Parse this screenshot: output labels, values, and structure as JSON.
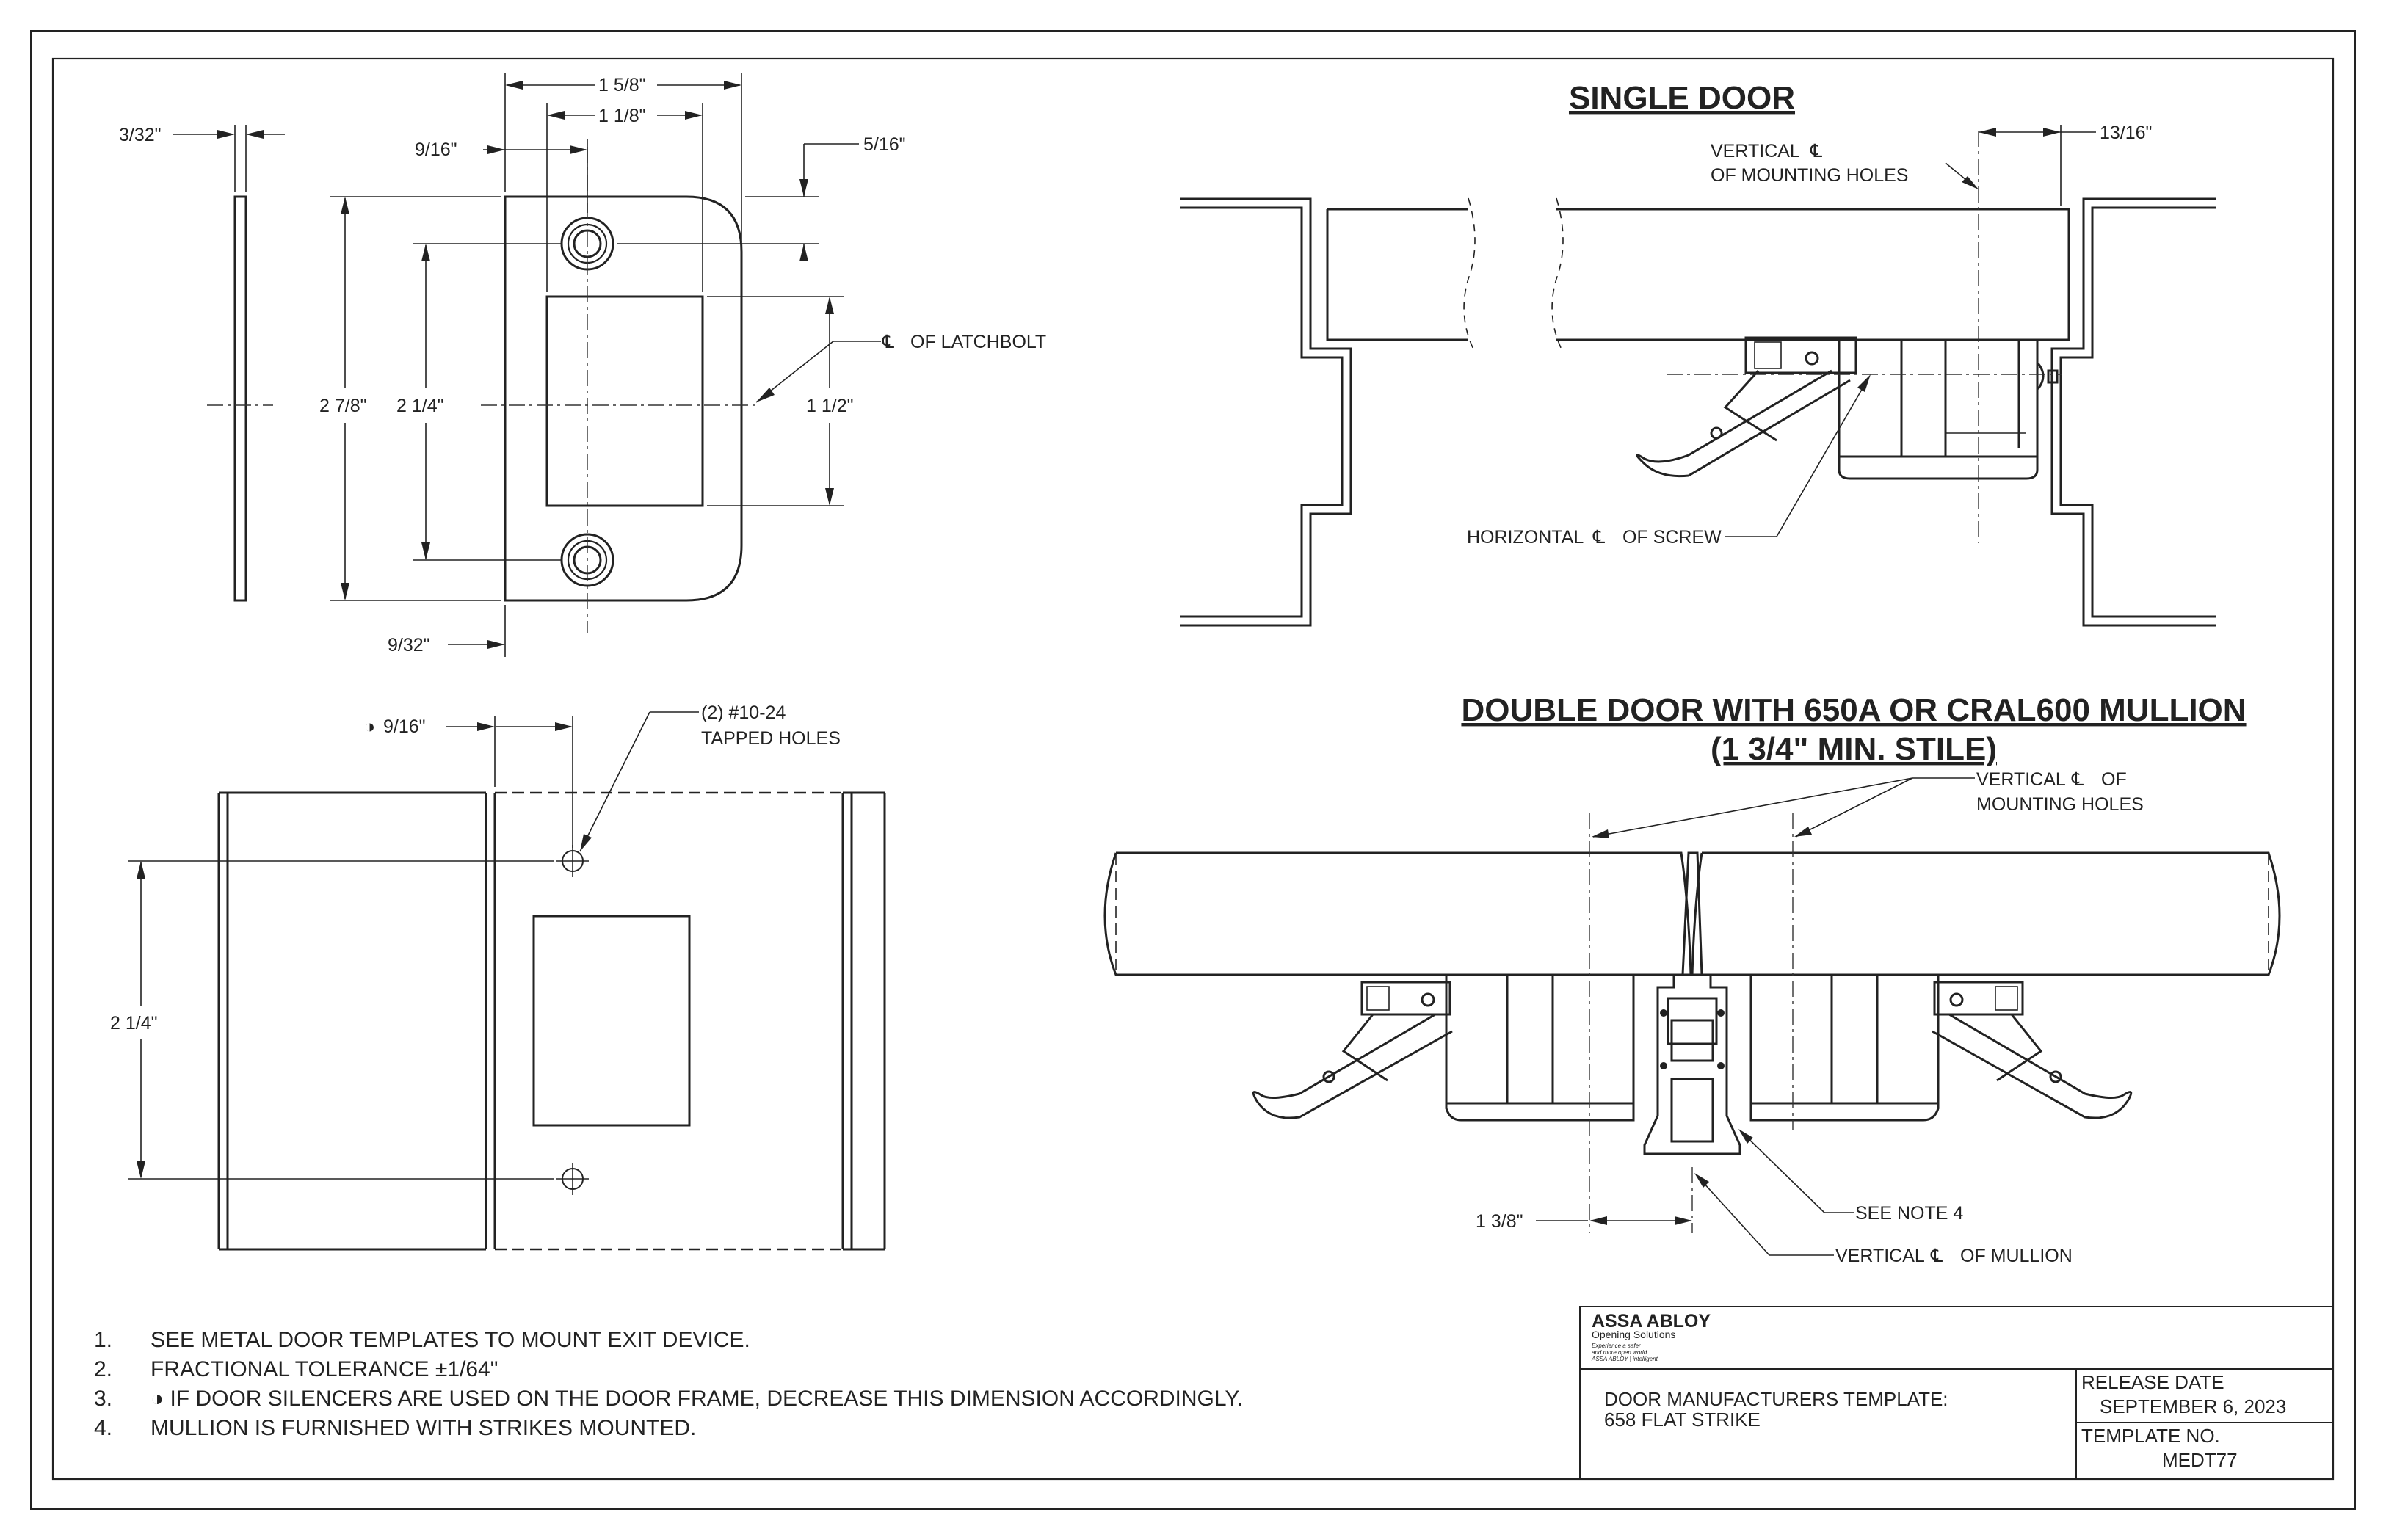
{
  "sheet": {
    "strike_dims": {
      "thickness": "3/32\"",
      "overall_width": "1 5/8\"",
      "inner_width": "1 1/8\"",
      "hole_offset": "9/16\"",
      "top_offset": "5/16\"",
      "latchbolt_label": "OF LATCHBOLT",
      "overall_height": "2 7/8\"",
      "hole_spacing": "2 1/4\"",
      "opening_height": "1 1/2\"",
      "bottom_offset": "9/32\""
    },
    "frame_dims": {
      "hole_offset": "9/16\"",
      "tapped_holes_line1": "(2) #10-24",
      "tapped_holes_line2": "TAPPED HOLES",
      "hole_spacing": "2 1/4\""
    },
    "single_door": {
      "title": "SINGLE DOOR",
      "vertical_cl_line1": "VERTICAL",
      "vertical_cl_line2": "OF MOUNTING HOLES",
      "offset": "13/16\"",
      "horizontal_cl_a": "HORIZONTAL",
      "horizontal_cl_b": "OF SCREW"
    },
    "double_door": {
      "title_line1": "DOUBLE DOOR WITH 650A OR CRAL600 MULLION",
      "title_line2": "(1 3/4\" MIN. STILE)",
      "vertical_cl_a": "VERTICAL",
      "vertical_cl_b": "OF",
      "vertical_cl_line2": "MOUNTING HOLES",
      "offset": "1 3/8\"",
      "see_note": "SEE NOTE 4",
      "mullion_cl_a": "VERTICAL",
      "mullion_cl_b": "OF MULLION"
    },
    "notes": [
      {
        "num": "1.",
        "text": "SEE METAL DOOR TEMPLATES TO MOUNT EXIT DEVICE."
      },
      {
        "num": "2.",
        "text": "FRACTIONAL TOLERANCE ±1/64\""
      },
      {
        "num": "3.",
        "text": "◑ IF DOOR SILENCERS ARE USED ON THE DOOR FRAME, DECREASE THIS DIMENSION ACCORDINGLY."
      },
      {
        "num": "4.",
        "text": "MULLION IS FURNISHED WITH STRIKES MOUNTED."
      }
    ],
    "title_block": {
      "logo": "ASSA ABLOY",
      "logo_sub": "Opening Solutions",
      "logo_tag1": "Experience a safer",
      "logo_tag2": "and more open world",
      "logo_tiny": "ASSA ABLOY | intelligent",
      "desc_line1": "DOOR MANUFACTURERS TEMPLATE:",
      "desc_line2": "658 FLAT STRIKE",
      "release_label": "RELEASE DATE",
      "release_date": "SEPTEMBER 6, 2023",
      "template_label": "TEMPLATE NO.",
      "template_no": "MEDT77"
    },
    "symbols": {
      "centerline": "℄",
      "half_circle": "◑"
    }
  }
}
